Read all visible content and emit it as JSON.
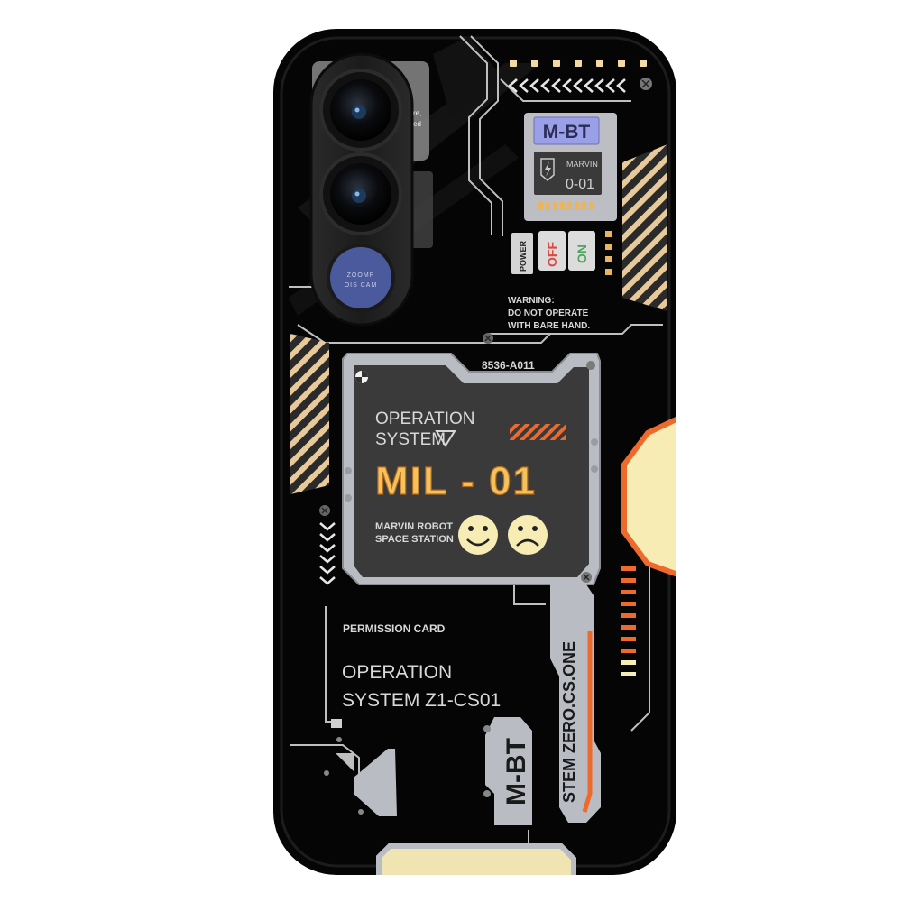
{
  "case": {
    "camera_label_line1": "ZOOMP",
    "camera_label_line2": "OIS CAM",
    "chip_title": "M-BT",
    "chip_sub1": "MARVIN",
    "chip_sub2": "0-01",
    "power_label": "POWER",
    "off_label": "OFF",
    "on_label": "ON",
    "warning_line1": "WARNING:",
    "warning_line2": "DO NOT OPERATE",
    "warning_line3": "WITH BARE HAND.",
    "panel_code": "8536-A011",
    "os_line1": "OPERATION",
    "os_line2": "SYSTEM",
    "model_name": "MIL - 01",
    "station_line1": "MARVIN ROBOT",
    "station_line2": "SPACE STATION",
    "permission_label": "PERMISSION CARD",
    "os2_line1": "OPERATION",
    "os2_line2": "SYSTEM Z1-CS01",
    "bottom_brand": "M-BT",
    "vertical_text": "STEM ZERO.CS.ONE",
    "lens_fragment_1": "re,",
    "lens_fragment_2": "ed"
  },
  "colors": {
    "case_body": "#050505",
    "panel_frame": "#b9bcc3",
    "panel_inner": "#3a3a3a",
    "accent_orange": "#ee6a2c",
    "accent_cream": "#f8ecb5",
    "chip_blue": "#9aa0e8",
    "lens_blue": "#4b5a9c",
    "off_red": "#d84b45",
    "on_green": "#4aa55a"
  },
  "icons": [
    "smiley-happy-icon",
    "smiley-sad-icon",
    "chevron-left-icon",
    "chevron-down-icon",
    "screw-icon",
    "lightning-shield-icon",
    "triangle-down-icon"
  ]
}
